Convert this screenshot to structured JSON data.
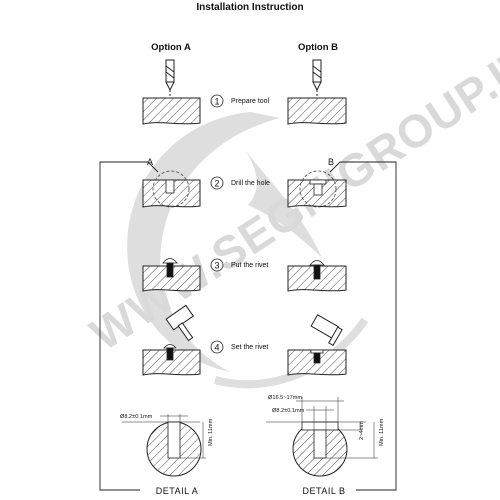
{
  "title": "Installation Instruction",
  "options": {
    "a": "Option A",
    "b": "Option B"
  },
  "steps": [
    {
      "num": "1",
      "label": "Prepare tool"
    },
    {
      "num": "2",
      "label": "Drill the hole"
    },
    {
      "num": "3",
      "label": "Put the rivet"
    },
    {
      "num": "4",
      "label": "Set the rivet"
    }
  ],
  "detail_markers": {
    "a": "A",
    "b": "B"
  },
  "details": {
    "a": {
      "label": "DETAIL  A",
      "hole_dia": "Ø8.2±0.1mm",
      "min_depth": "Min. 11mm"
    },
    "b": {
      "label": "DETAIL  B",
      "counterbore": "Ø16.5~17mm",
      "hole_dia": "Ø8.2±0.1mm",
      "cb_depth": "2~4mm",
      "min_depth": "Min. 11mm"
    }
  },
  "watermark": "WWW.SEGNIGROUP.IT"
}
